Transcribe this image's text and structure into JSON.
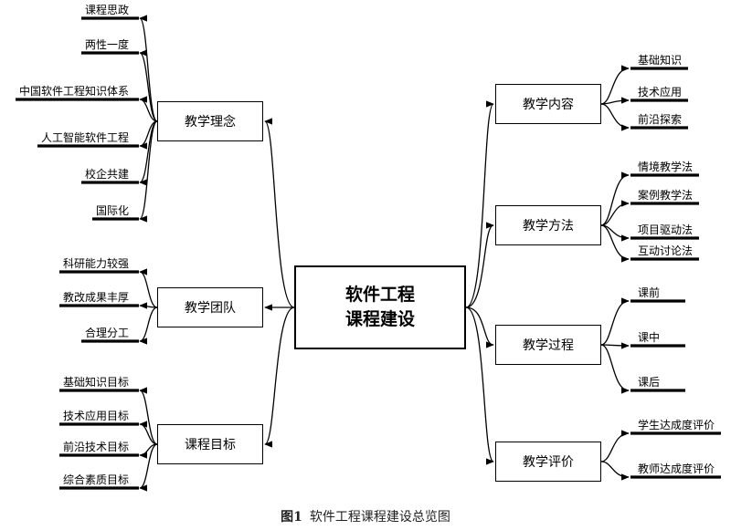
{
  "center": {
    "line1": "软件工程",
    "line2": "课程建设"
  },
  "left_nodes": [
    {
      "label": "教学理念",
      "leaves": [
        "课程思政",
        "两性一度",
        "中国软件工程知识体系",
        "人工智能软件工程",
        "校企共建",
        "国际化"
      ]
    },
    {
      "label": "教学团队",
      "leaves": [
        "科研能力较强",
        "教改成果丰厚",
        "合理分工"
      ]
    },
    {
      "label": "课程目标",
      "leaves": [
        "基础知识目标",
        "技术应用目标",
        "前沿技术目标",
        "综合素质目标"
      ]
    }
  ],
  "right_nodes": [
    {
      "label": "教学内容",
      "leaves": [
        "基础知识",
        "技术应用",
        "前沿探索"
      ]
    },
    {
      "label": "教学方法",
      "leaves": [
        "情境教学法",
        "案例教学法",
        "项目驱动法",
        "互动讨论法"
      ]
    },
    {
      "label": "教学过程",
      "leaves": [
        "课前",
        "课中",
        "课后"
      ]
    },
    {
      "label": "教学评价",
      "leaves": [
        "学生达成度评价",
        "教师达成度评价"
      ]
    }
  ],
  "caption": {
    "fig": "图1",
    "text": "软件工程课程建设总览图"
  }
}
